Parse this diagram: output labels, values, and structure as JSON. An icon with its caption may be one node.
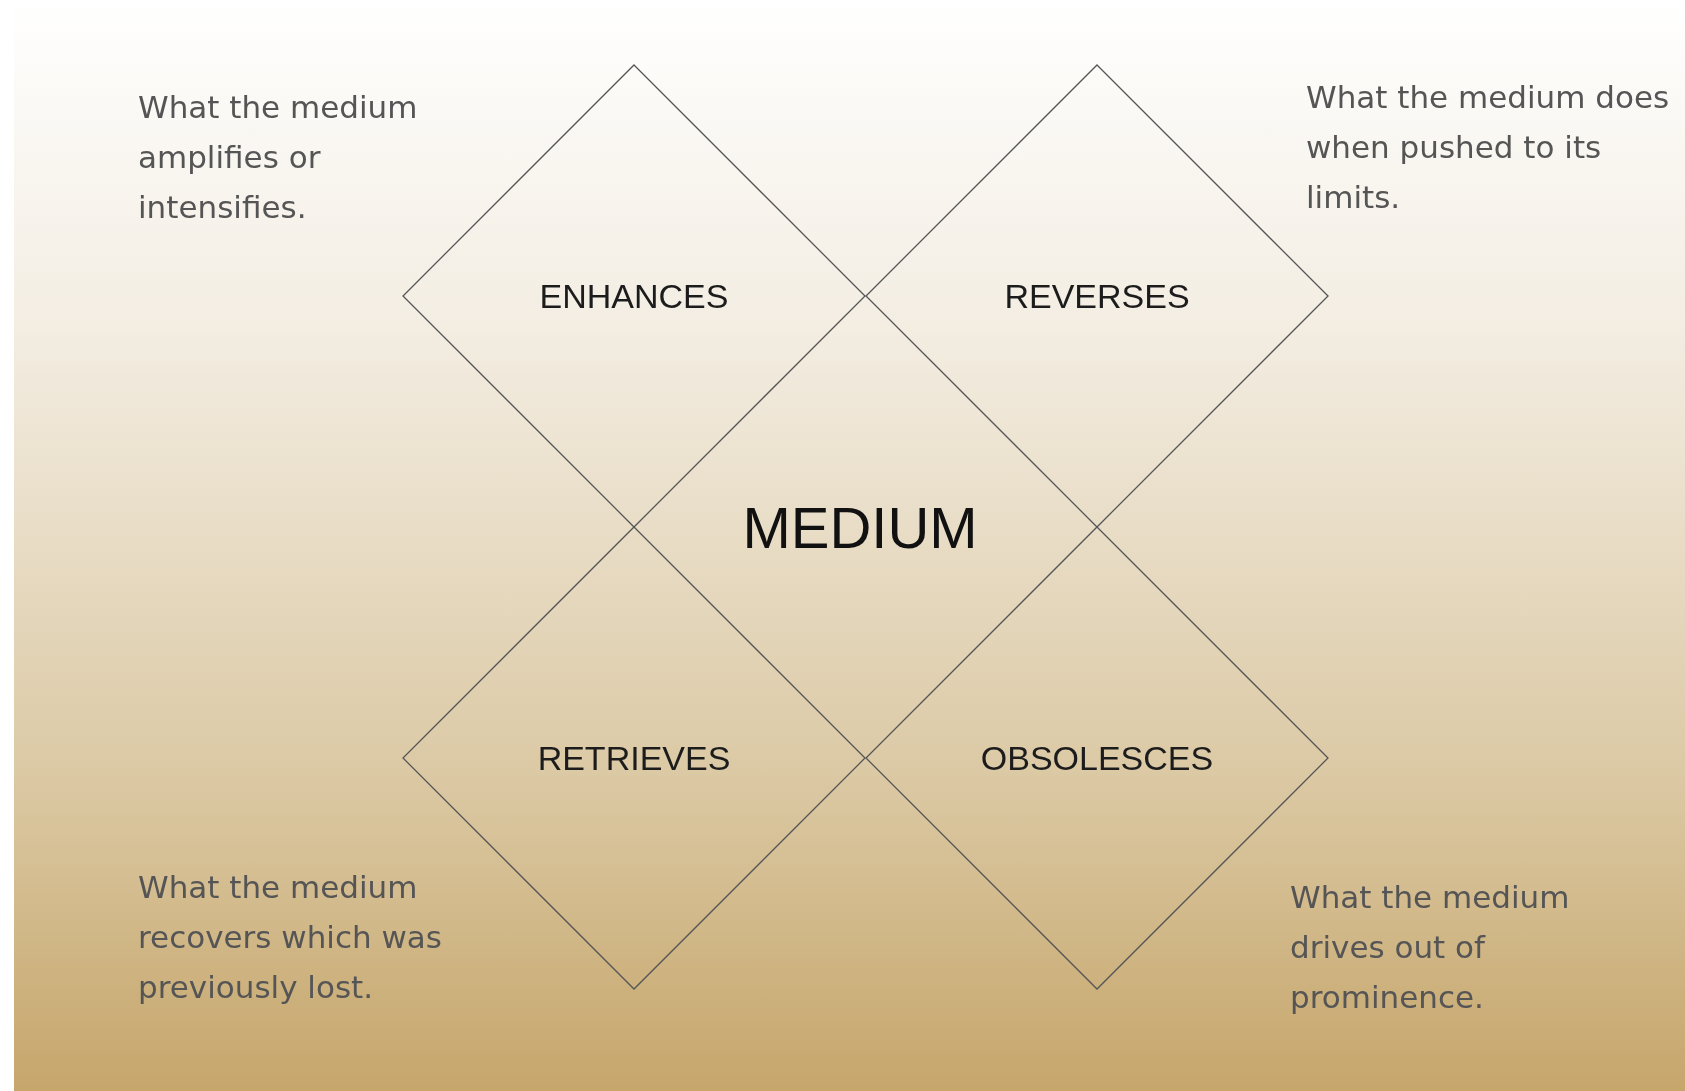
{
  "diagram": {
    "nodes": [
      {
        "text": [
          "ENHANCES"
        ],
        "beside": [
          "What the medium amplifies or intensifies."
        ]
      },
      {
        "text": [
          "REVERSES"
        ],
        "beside": [
          "What the medium does when pushed to its limits."
        ]
      },
      {
        "text": [
          "RETRIEVES"
        ],
        "beside": [
          "What the medium recovers which was previously lost."
        ]
      },
      {
        "text": [
          "OBSOLESCES"
        ],
        "beside": [
          "What the medium drives out of prominence."
        ]
      }
    ],
    "edges": [],
    "labels": [
      "MEDIUM"
    ]
  }
}
